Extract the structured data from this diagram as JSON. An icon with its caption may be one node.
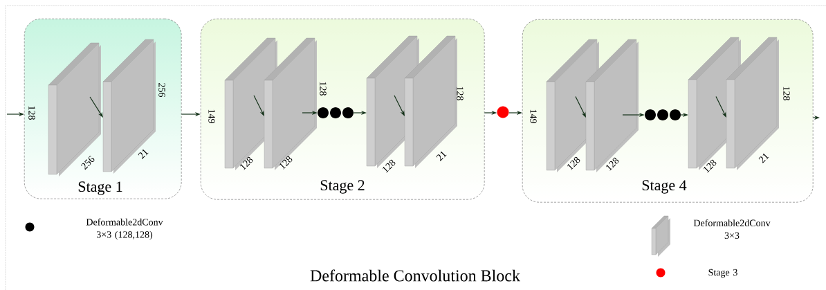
{
  "diagram": {
    "title": "Deformable Convolution Block",
    "nodes": [
      {
        "text": [
          "Stage 1"
        ]
      },
      {
        "text": [],
        "shape": "box",
        "in": 0,
        "beside": [
          "128",
          "256"
        ]
      },
      {
        "text": [],
        "shape": "box",
        "in": 0,
        "beside": [
          "256",
          "21"
        ]
      },
      {
        "text": [
          "Stage 2"
        ]
      },
      {
        "text": [],
        "shape": "box",
        "in": 3,
        "beside": [
          "149",
          "128"
        ]
      },
      {
        "text": [],
        "shape": "box",
        "in": 3,
        "beside": [
          "128",
          "128"
        ]
      },
      {
        "text": [],
        "shape": "circle",
        "in": 3
      },
      {
        "text": [],
        "shape": "circle",
        "in": 3
      },
      {
        "text": [],
        "shape": "circle",
        "in": 3
      },
      {
        "text": [],
        "shape": "box",
        "in": 3,
        "beside": [
          "128"
        ]
      },
      {
        "text": [],
        "shape": "box",
        "in": 3,
        "beside": [
          "128",
          "21"
        ]
      },
      {
        "text": [],
        "shape": "circle"
      },
      {
        "text": [
          "Stage 4"
        ]
      },
      {
        "text": [],
        "shape": "box",
        "in": 12,
        "beside": [
          "149",
          "128"
        ]
      },
      {
        "text": [],
        "shape": "box",
        "in": 12,
        "beside": [
          "128"
        ]
      },
      {
        "text": [],
        "shape": "circle",
        "in": 12
      },
      {
        "text": [],
        "shape": "circle",
        "in": 12
      },
      {
        "text": [],
        "shape": "circle",
        "in": 12
      },
      {
        "text": [],
        "shape": "box",
        "in": 12,
        "beside": [
          "128"
        ]
      },
      {
        "text": [],
        "shape": "box",
        "in": 12,
        "beside": [
          "128",
          "21"
        ]
      }
    ],
    "edges": [
      {
        "from": null,
        "to": 0,
        "arrow": "to"
      },
      {
        "from": 1,
        "to": 2,
        "arrow": "to"
      },
      {
        "from": 0,
        "to": 3,
        "arrow": "to"
      },
      {
        "from": 4,
        "to": 5,
        "arrow": "to"
      },
      {
        "from": 5,
        "to": 6,
        "arrow": "to"
      },
      {
        "from": 8,
        "to": 9,
        "arrow": "to"
      },
      {
        "from": 9,
        "to": 10,
        "arrow": "to"
      },
      {
        "from": 3,
        "to": 11,
        "arrow": "to"
      },
      {
        "from": 11,
        "to": 12,
        "arrow": "to"
      },
      {
        "from": 13,
        "to": 14,
        "arrow": "to"
      },
      {
        "from": 14,
        "to": 15,
        "arrow": "to"
      },
      {
        "from": 17,
        "to": 18,
        "arrow": "to"
      },
      {
        "from": 18,
        "to": 19,
        "arrow": "to"
      },
      {
        "from": 12,
        "to": null,
        "arrow": "to"
      }
    ],
    "legend": [
      {
        "text": "Deformable2dConv 3×3 (128,128)",
        "color": "#000000"
      },
      {
        "text": "Deformable2dConv 3×3"
      },
      {
        "text": "Stage 3",
        "color": "#ff0000"
      }
    ]
  }
}
